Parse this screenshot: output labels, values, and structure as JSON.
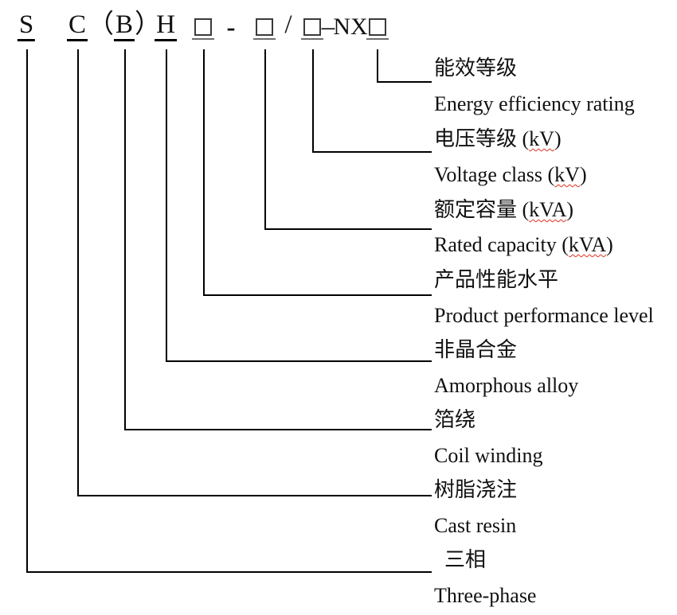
{
  "diagram_title": "Transformer model designation diagram",
  "colors": {
    "line": "#000000",
    "text": "#111111",
    "spellcheck_red": "#e03020"
  },
  "code": {
    "s": "S",
    "c": "C",
    "paren_open": "（",
    "b": "B",
    "paren_close": "）",
    "h": "H",
    "hyphen": "-",
    "slash": "/",
    "dash": "–",
    "nx": "NX",
    "box_icon": "placeholder-box"
  },
  "entries": [
    {
      "zh_pre": "能效等级",
      "zh_mark": "",
      "zh_post": "",
      "en_pre": "Energy efficiency rating",
      "en_mark": "",
      "en_post": ""
    },
    {
      "zh_pre": "电压等级  (",
      "zh_mark": "kV",
      "zh_post": ")",
      "en_pre": "Voltage class (",
      "en_mark": "kV",
      "en_post": ")"
    },
    {
      "zh_pre": "额定容量  (",
      "zh_mark": "kVA",
      "zh_post": ")",
      "en_pre": "Rated capacity (",
      "en_mark": "kVA",
      "en_post": ")"
    },
    {
      "zh_pre": "产品性能水平",
      "zh_mark": "",
      "zh_post": "",
      "en_pre": "Product performance level",
      "en_mark": "",
      "en_post": ""
    },
    {
      "zh_pre": "非晶合金",
      "zh_mark": "",
      "zh_post": "",
      "en_pre": "Amorphous alloy",
      "en_mark": "",
      "en_post": ""
    },
    {
      "zh_pre": "箔绕",
      "zh_mark": "",
      "zh_post": "",
      "en_pre": "Coil winding",
      "en_mark": "",
      "en_post": ""
    },
    {
      "zh_pre": "树脂浇注",
      "zh_mark": "",
      "zh_post": "",
      "en_pre": "Cast resin",
      "en_mark": "",
      "en_post": ""
    },
    {
      "zh_pre": "三相",
      "zh_mark": "",
      "zh_post": "",
      "en_pre": "Three-phase",
      "en_mark": "",
      "en_post": ""
    }
  ]
}
